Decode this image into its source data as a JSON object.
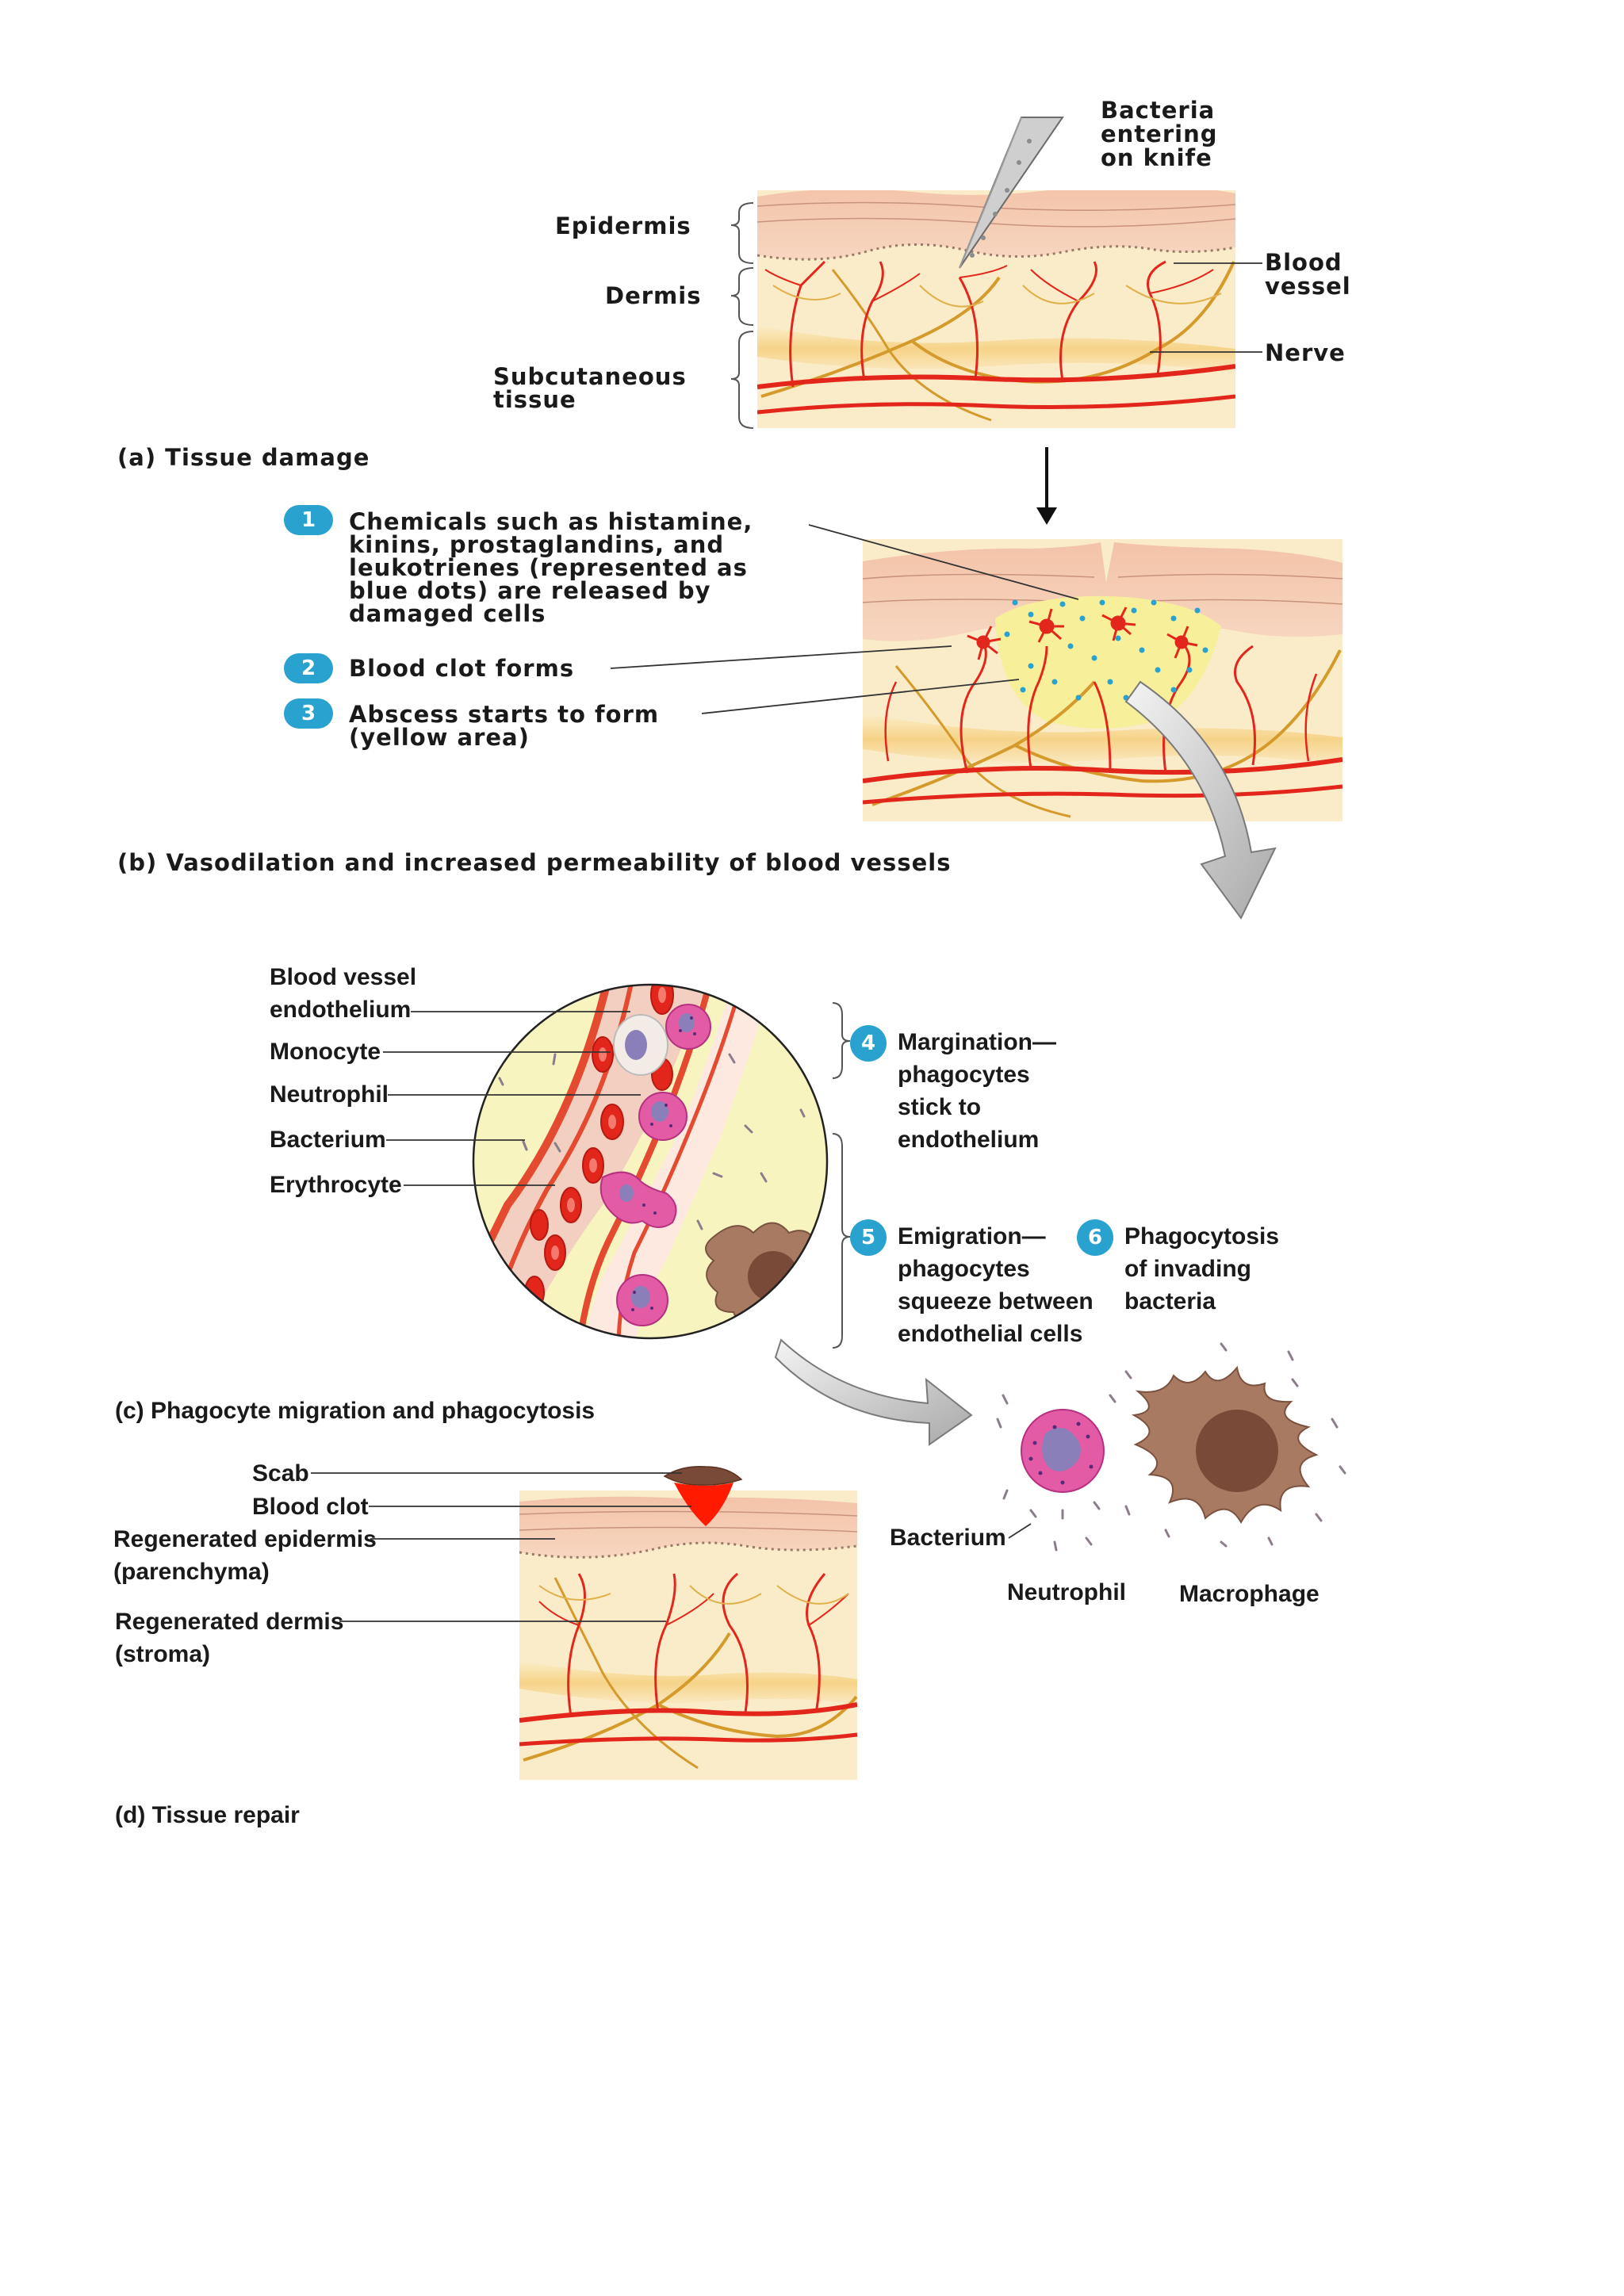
{
  "panel_a": {
    "caption": "(a) Tissue damage",
    "labels": {
      "bacteria_knife": [
        "Bacteria",
        "entering",
        "on knife"
      ],
      "epidermis": "Epidermis",
      "dermis": "Dermis",
      "subcutaneous": [
        "Subcutaneous",
        "tissue"
      ],
      "blood_vessel": [
        "Blood",
        "vessel"
      ],
      "nerve": "Nerve"
    }
  },
  "panel_b": {
    "caption": "(b) Vasodilation and increased permeability of blood vessels",
    "steps": [
      {
        "num": "1",
        "lines": [
          "Chemicals such as histamine,",
          "kinins, prostaglandins, and",
          "leukotrienes (represented as",
          "blue dots) are released by",
          "damaged cells"
        ]
      },
      {
        "num": "2",
        "lines": [
          "Blood clot forms"
        ]
      },
      {
        "num": "3",
        "lines": [
          "Abscess starts to form",
          "(yellow area)"
        ]
      }
    ]
  },
  "panel_c": {
    "caption": "(c) Phagocyte migration and phagocytosis",
    "labels": {
      "endothelium": [
        "Blood vessel",
        "endothelium"
      ],
      "monocyte": "Monocyte",
      "neutrophil": "Neutrophil",
      "bacterium": "Bacterium",
      "erythrocyte": "Erythrocyte"
    },
    "steps": [
      {
        "num": "4",
        "lines": [
          "Margination—",
          "phagocytes",
          "stick to",
          "endothelium"
        ]
      },
      {
        "num": "5",
        "lines": [
          "Emigration—",
          "phagocytes",
          "squeeze between",
          "endothelial cells"
        ]
      },
      {
        "num": "6",
        "lines": [
          "Phagocytosis",
          "of invading",
          "bacteria"
        ]
      }
    ],
    "detail_labels": {
      "bacterium": "Bacterium",
      "neutrophil": "Neutrophil",
      "macrophage": "Macrophage"
    }
  },
  "panel_d": {
    "caption": "(d) Tissue repair",
    "labels": {
      "scab": "Scab",
      "blood_clot": "Blood clot",
      "regen_epidermis": [
        "Regenerated epidermis",
        "(parenchyma)"
      ],
      "regen_dermis": [
        "Regenerated dermis",
        "(stroma)"
      ]
    }
  },
  "colors": {
    "epidermis": "#f3c7ae",
    "dermis": "#faebc4",
    "fat": "#f7d58c",
    "vessel": "#e3261c",
    "nerve": "#d49a2c",
    "badge": "#2aa2cf",
    "neutrophil": "#e35ba4",
    "macrophage": "#a97a62"
  }
}
